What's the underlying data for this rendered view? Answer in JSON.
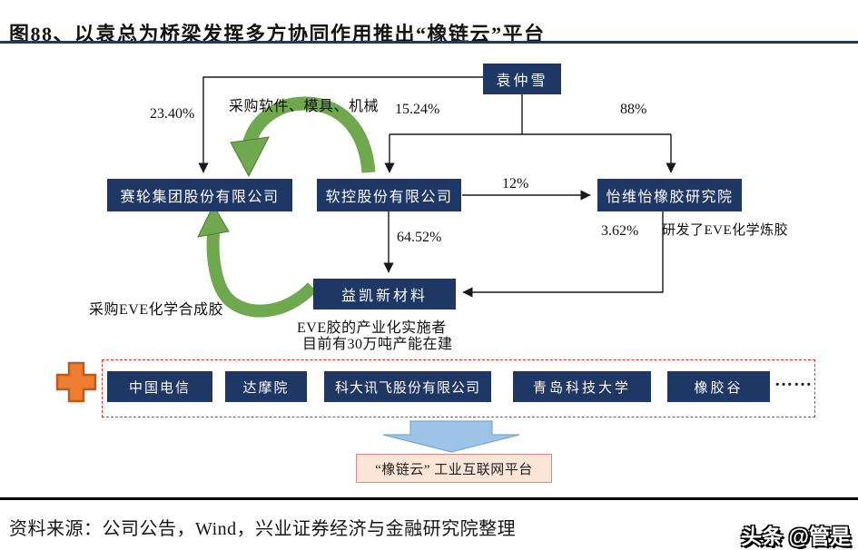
{
  "colors": {
    "navy": "#1e3765",
    "green": "#6fa84e",
    "green-dark": "#4e7c33",
    "orange": "#ed7d31",
    "orange-dark": "#b95c1d",
    "red-dash": "#ff2222",
    "light-blue": "#9dc3e6",
    "light-blue-edge": "#7ba7d7",
    "peach": "#fbe5d6",
    "peach-border": "#e08585",
    "rule-navy": "#1f3864",
    "line": "#1a1a1a"
  },
  "header": {
    "title": "图88、以袁总为桥梁发挥多方协同作用推出“橡链云”平台"
  },
  "diagram": {
    "nodes": {
      "yuan": "袁仲雪",
      "sailun": "赛轮集团股份有限公司",
      "mesnac": "软控股份有限公司",
      "yiweiyi": "怡维怡橡胶研究院",
      "yikai": "益凯新材料"
    },
    "ownership": {
      "yuan_sailun": "23.40%",
      "yuan_mesnac": "15.24%",
      "yuan_yiweiyi": "88%",
      "mesnac_yiweiyi": "12%",
      "mesnac_yikai": "64.52%",
      "yiweiyi_yikai": "3.62%"
    },
    "annotations": {
      "procure_software": "采购软件、模具、机械",
      "procure_eve": "采购EVE化学合成胶",
      "rd_eve": "研发了EVE化学炼胶",
      "yikai_note1": "EVE胶的产业化实施者",
      "yikai_note2": "目前有30万吨产能在建",
      "ellipsis": "……"
    },
    "partners": [
      "中国电信",
      "达摩院",
      "科大讯飞股份有限公司",
      "青岛科技大学",
      "橡胶谷"
    ],
    "platform": "“橡链云” 工业互联网平台"
  },
  "footer": {
    "source": "资料来源：公司公告，Wind，兴业证券经济与金融研究院整理",
    "watermark": "头条 @管是"
  }
}
